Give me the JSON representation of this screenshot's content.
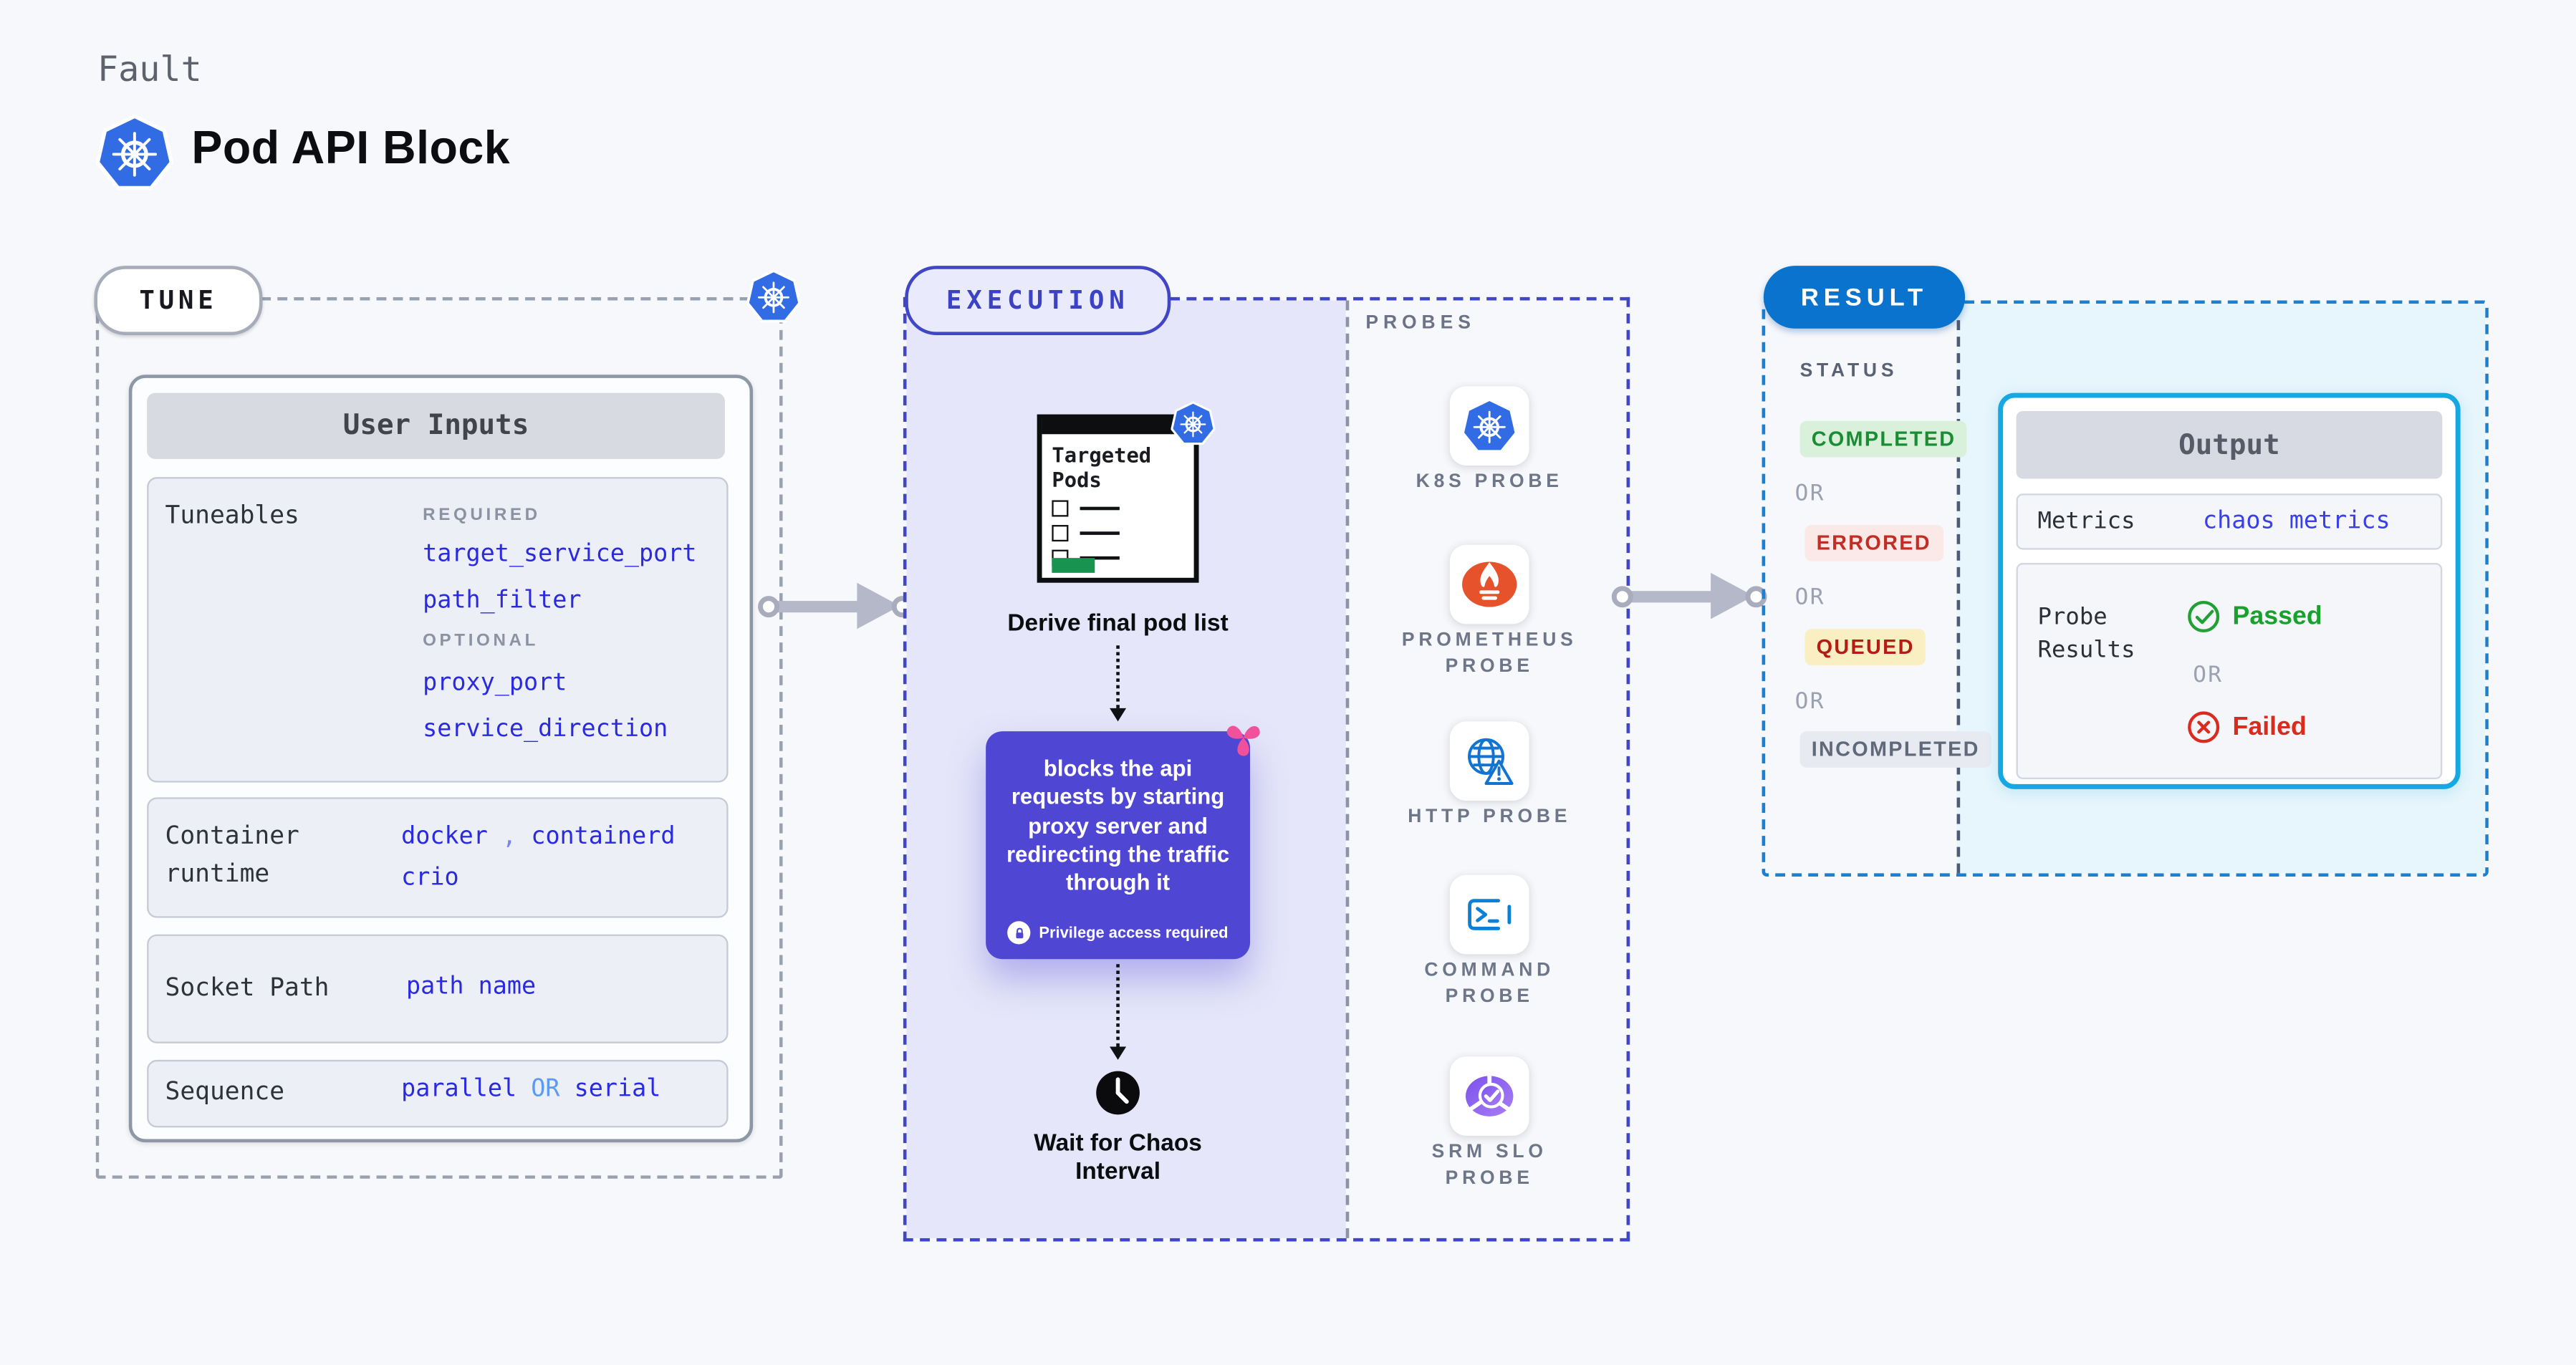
{
  "header": {
    "category": "Fault",
    "title": "Pod API Block",
    "logo_icon": "kubernetes-icon"
  },
  "tune": {
    "pill": "TUNE",
    "panel_title": "User Inputs",
    "tuneables_label": "Tuneables",
    "required_label": "REQUIRED",
    "required_vars": [
      "target_service_port",
      "path_filter"
    ],
    "optional_label": "OPTIONAL",
    "optional_vars": [
      "proxy_port",
      "service_direction"
    ],
    "runtime_label": "Container runtime",
    "runtime_values": [
      "docker",
      "containerd",
      "crio"
    ],
    "runtime_separator": ",",
    "socket_label": "Socket Path",
    "socket_value": "path name",
    "sequence_label": "Sequence",
    "sequence_value_1": "parallel",
    "sequence_or": "OR",
    "sequence_value_2": "serial"
  },
  "execution": {
    "pill": "EXECUTION",
    "targeted_pods_title": "Targeted Pods",
    "derive_label": "Derive final pod list",
    "action_description": "blocks the api requests by starting proxy server and redirecting the traffic through it",
    "privilege_note": "Privilege access required",
    "wait_label": "Wait for Chaos Interval"
  },
  "probes": {
    "panel_label": "PROBES",
    "items": [
      {
        "label": "K8S PROBE",
        "icon": "kubernetes-icon"
      },
      {
        "label": "PROMETHEUS PROBE",
        "icon": "prometheus-icon"
      },
      {
        "label": "HTTP PROBE",
        "icon": "http-globe-warning-icon"
      },
      {
        "label": "COMMAND PROBE",
        "icon": "terminal-icon"
      },
      {
        "label": "SRM SLO PROBE",
        "icon": "slo-pie-check-icon"
      }
    ]
  },
  "result": {
    "pill": "RESULT",
    "status_label": "STATUS",
    "or_label": "OR",
    "statuses": [
      {
        "label": "COMPLETED",
        "text_color": "#1a8c33",
        "bg_color": "#d9f1da"
      },
      {
        "label": "ERRORED",
        "text_color": "#c22d24",
        "bg_color": "#fbe9e8"
      },
      {
        "label": "QUEUED",
        "text_color": "#b51d14",
        "bg_color": "#faeec3"
      },
      {
        "label": "INCOMPLETED",
        "text_color": "#5f6979",
        "bg_color": "#e8eaf1"
      }
    ],
    "output": {
      "title": "Output",
      "metrics_label": "Metrics",
      "metrics_value": "chaos metrics",
      "probe_results_label": "Probe Results",
      "passed_label": "Passed",
      "or_label": "OR",
      "failed_label": "Failed"
    }
  },
  "colors": {
    "page_bg": "#f7f8fb",
    "kubernetes_blue": "#326ce5",
    "execution_accent": "#4046c6",
    "execution_bg": "#e5e6f9",
    "action_card_bg": "#4f46d3",
    "litmus_pink": "#f1509b",
    "result_accent": "#1b80d2",
    "result_bg": "#e7f5fc",
    "output_border": "#15a8e3",
    "value_blue": "#2a2ae0",
    "passed_green": "#18a12d",
    "failed_red": "#da2b1e",
    "prometheus_orange": "#e6522c",
    "targeted_pods_green": "#189350"
  }
}
